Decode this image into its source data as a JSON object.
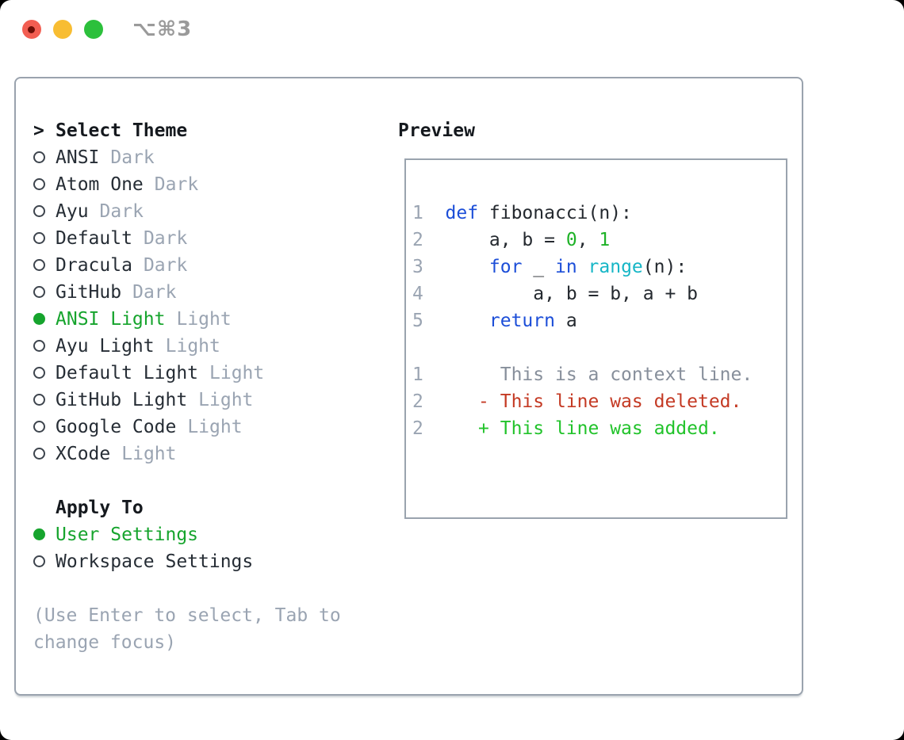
{
  "titlebar": {
    "shortcut": "⌥⌘3"
  },
  "left": {
    "header": {
      "prompt": ">",
      "label": "Select Theme"
    },
    "themes": [
      {
        "name": "ANSI",
        "variant": "Dark",
        "selected": false
      },
      {
        "name": "Atom One",
        "variant": "Dark",
        "selected": false
      },
      {
        "name": "Ayu",
        "variant": "Dark",
        "selected": false
      },
      {
        "name": "Default",
        "variant": "Dark",
        "selected": false
      },
      {
        "name": "Dracula",
        "variant": "Dark",
        "selected": false
      },
      {
        "name": "GitHub",
        "variant": "Dark",
        "selected": false
      },
      {
        "name": "ANSI Light",
        "variant": "Light",
        "selected": true
      },
      {
        "name": "Ayu Light",
        "variant": "Light",
        "selected": false
      },
      {
        "name": "Default Light",
        "variant": "Light",
        "selected": false
      },
      {
        "name": "GitHub Light",
        "variant": "Light",
        "selected": false
      },
      {
        "name": "Google Code",
        "variant": "Light",
        "selected": false
      },
      {
        "name": "XCode",
        "variant": "Light",
        "selected": false
      }
    ],
    "apply_to": {
      "label": "Apply To",
      "options": [
        {
          "name": "User Settings",
          "selected": true
        },
        {
          "name": "Workspace Settings",
          "selected": false
        }
      ]
    },
    "hint": "(Use Enter to select, Tab to change focus)"
  },
  "preview": {
    "label": "Preview",
    "lines": [
      {
        "num": "1",
        "tokens": [
          {
            "t": "def",
            "c": "kw"
          },
          {
            "t": " fibonacci(n):",
            "c": "code"
          }
        ]
      },
      {
        "num": "2",
        "tokens": [
          {
            "t": "    a, b = ",
            "c": "code"
          },
          {
            "t": "0",
            "c": "num"
          },
          {
            "t": ", ",
            "c": "code"
          },
          {
            "t": "1",
            "c": "num"
          }
        ]
      },
      {
        "num": "3",
        "tokens": [
          {
            "t": "    ",
            "c": "code"
          },
          {
            "t": "for",
            "c": "kw"
          },
          {
            "t": " _ ",
            "c": "code"
          },
          {
            "t": "in",
            "c": "kw"
          },
          {
            "t": " ",
            "c": "code"
          },
          {
            "t": "range",
            "c": "fn"
          },
          {
            "t": "(n):",
            "c": "code"
          }
        ]
      },
      {
        "num": "4",
        "tokens": [
          {
            "t": "        a, b = b, a + b",
            "c": "code"
          }
        ]
      },
      {
        "num": "5",
        "tokens": [
          {
            "t": "    ",
            "c": "code"
          },
          {
            "t": "return",
            "c": "kw"
          },
          {
            "t": " a",
            "c": "code"
          }
        ]
      },
      {
        "num": "",
        "tokens": []
      },
      {
        "num": "1",
        "tokens": [
          {
            "t": "     This is a context line.",
            "c": "ctx"
          }
        ]
      },
      {
        "num": "2",
        "tokens": [
          {
            "t": "   - This line was deleted.",
            "c": "del"
          }
        ]
      },
      {
        "num": "2",
        "tokens": [
          {
            "t": "   + This line was added.",
            "c": "add"
          }
        ]
      }
    ]
  },
  "colors": {
    "keyword_blue": "#1c4ed8",
    "function_cyan": "#16b6c6",
    "number_green": "#1eb227",
    "added_green": "#22c32b",
    "deleted_red": "#c43a24",
    "selected_green": "#16a42d",
    "muted_gray": "#9aa4b2",
    "context_gray": "#878f9b",
    "text_dark": "#24292f",
    "border_gray": "#9aa3ae",
    "traffic_red": "#f25e52",
    "traffic_yellow": "#f8bd32",
    "traffic_green": "#2cc03c"
  }
}
